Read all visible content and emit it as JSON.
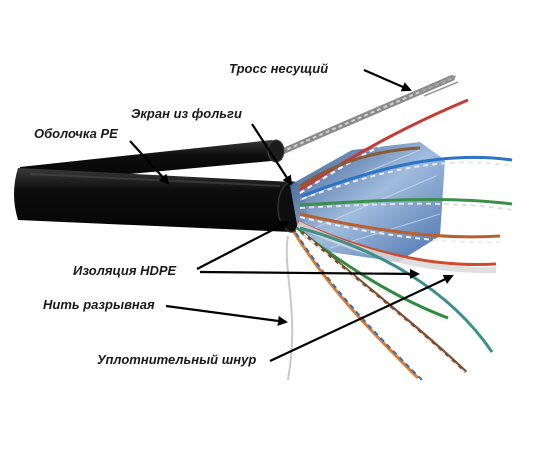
{
  "diagram": {
    "labels": {
      "messenger_wire": "Тросс несущий",
      "foil_shield": "Экран из фольги",
      "pe_jacket": "Оболочка PE",
      "hdpe_insulation": "Изоляция HDPE",
      "rip_cord": "Нить разрывная",
      "sealing_cord": "Уплотнительный шнур"
    },
    "colors": {
      "jacket": "#161616",
      "foil": "#5f86b8",
      "wire_pairs": [
        "#d8462e",
        "#2e8a3e",
        "#2f6fc2",
        "#b85a2a",
        "#7a7a7a",
        "#e6e6e6"
      ]
    }
  }
}
